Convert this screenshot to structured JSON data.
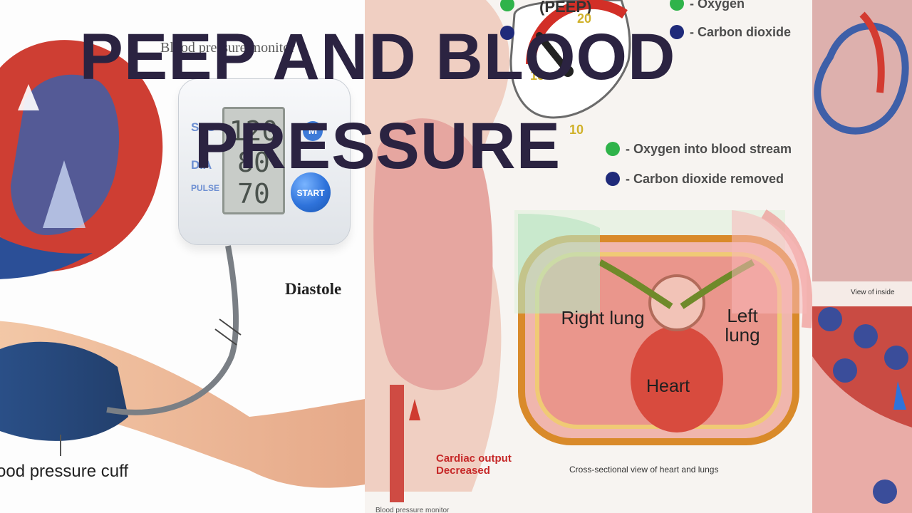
{
  "headline": {
    "line1": "PEEP AND BLOOD",
    "line2": "PRESSURE"
  },
  "left_panel": {
    "monitor_label": "Blood pressure monitor",
    "display_labels": [
      "SYS",
      "DIA",
      "PULSE"
    ],
    "display_values": [
      "120",
      "80",
      "70"
    ],
    "button_m": "M",
    "button_start": "START",
    "diastole_label": "Diastole",
    "cuff_label": "ood pressure cuff"
  },
  "middle_panel": {
    "gauge_unit": "(PEEP)",
    "gauge_ticks": [
      "20",
      "15",
      "10"
    ],
    "legend_top": [
      {
        "label": "- Oxygen",
        "color": "#2fb34a"
      },
      {
        "label": "- Carbon dioxide",
        "color": "#1f2a7a"
      }
    ],
    "legend_bottom": [
      {
        "label": "- Oxygen into blood stream",
        "color": "#2fb34a"
      },
      {
        "label": "- Carbon dioxide removed",
        "color": "#1f2a7a"
      }
    ],
    "lung_labels": {
      "right": "Right lung",
      "left": "Left lung",
      "heart": "Heart"
    },
    "cardiac_output": {
      "line1": "Cardiac output",
      "line2": "Decreased"
    },
    "section_caption": "Cross-sectional view of heart and lungs",
    "bottom_caption": "Blood pressure monitor"
  },
  "right_panel": {
    "caption": "View of inside"
  },
  "colors": {
    "title": "#2b2341",
    "accent_red": "#d43d35",
    "accent_blue": "#2f73db",
    "lung_pink": "#efb3ac",
    "heart_red": "#d84b3e",
    "warning_red": "#c62828"
  }
}
